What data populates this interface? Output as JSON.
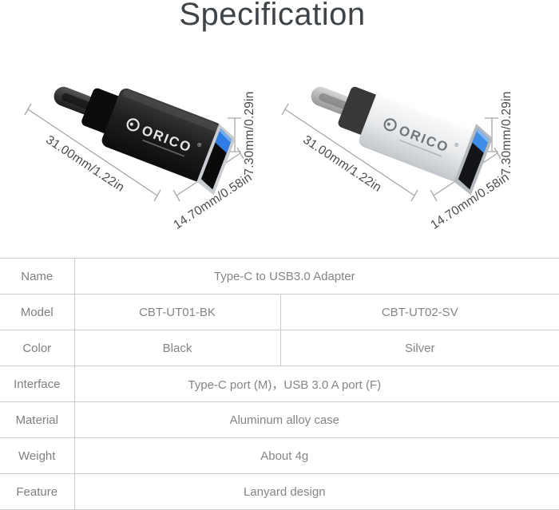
{
  "title": "Specification",
  "products": [
    {
      "id": "black-adapter",
      "brand": "ORICO",
      "brand_mark": "®",
      "dimensions": {
        "length": "31.00mm/1.22in",
        "width": "14.70mm/0.58in",
        "height": "7.30mm/0.29in"
      }
    },
    {
      "id": "silver-adapter",
      "brand": "ORICO",
      "brand_mark": "®",
      "dimensions": {
        "length": "31.00mm/1.22in",
        "width": "14.70mm/0.58in",
        "height": "7.30mm/0.29in"
      }
    }
  ],
  "spec_table": {
    "rows": [
      {
        "label": "Name",
        "values": [
          "Type-C to USB3.0 Adapter"
        ]
      },
      {
        "label": "Model",
        "values": [
          "CBT-UT01-BK",
          "CBT-UT02-SV"
        ]
      },
      {
        "label": "Color",
        "values": [
          "Black",
          "Silver"
        ]
      },
      {
        "label": "Interface",
        "values": [
          "Type-C port (M)，USB 3.0 A port (F)"
        ]
      },
      {
        "label": "Material",
        "values": [
          "Aluminum alloy case"
        ]
      },
      {
        "label": "Weight",
        "values": [
          "About 4g"
        ]
      },
      {
        "label": "Feature",
        "values": [
          "Lanyard design"
        ]
      }
    ]
  },
  "colors": {
    "usb_blue": "#2e7ce4",
    "table_border": "#cccccc",
    "label_text": "#7f7f7f",
    "value_text": "#858585",
    "title_text": "#3f4448",
    "dimension_line": "#a8a8a8",
    "dimension_text": "#4a4a4a",
    "black_body": "#222222",
    "silver_body": "#f2f3f4"
  }
}
